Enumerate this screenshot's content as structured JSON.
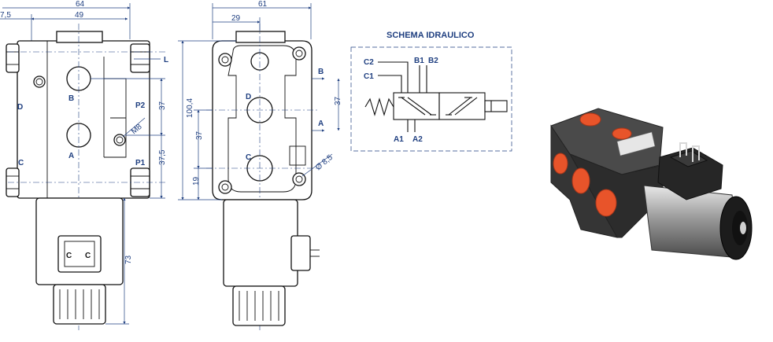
{
  "front_view": {
    "dims": {
      "d64": "64",
      "d49": "49",
      "d7_5": "7,5",
      "d37": "37",
      "d37_5": "37,5",
      "d73": "73",
      "m8": "M8"
    },
    "ports": {
      "L": "L",
      "D": "D",
      "B": "B",
      "P2": "P2",
      "A": "A",
      "C": "C",
      "P1": "P1"
    }
  },
  "side_view": {
    "dims": {
      "d61": "61",
      "d29": "29",
      "d100_4": "100,4",
      "d37": "37",
      "d19": "19",
      "d8_5": "Ø 8,5"
    },
    "ports": {
      "D": "D",
      "C": "C",
      "B": "B",
      "A": "A"
    }
  },
  "schema": {
    "title": "SCHEMA IDRAULICO",
    "labels": {
      "C2": "C2",
      "B1": "B1",
      "B2": "B2",
      "C1": "C1",
      "A1": "A1",
      "A2": "A2",
      "d37": "37"
    }
  },
  "photo": {
    "label": ""
  },
  "colors": {
    "dim": "#1f3f80",
    "line": "#111111",
    "port_plug": "#e8542a",
    "valve_body": "#3a3a3a"
  }
}
